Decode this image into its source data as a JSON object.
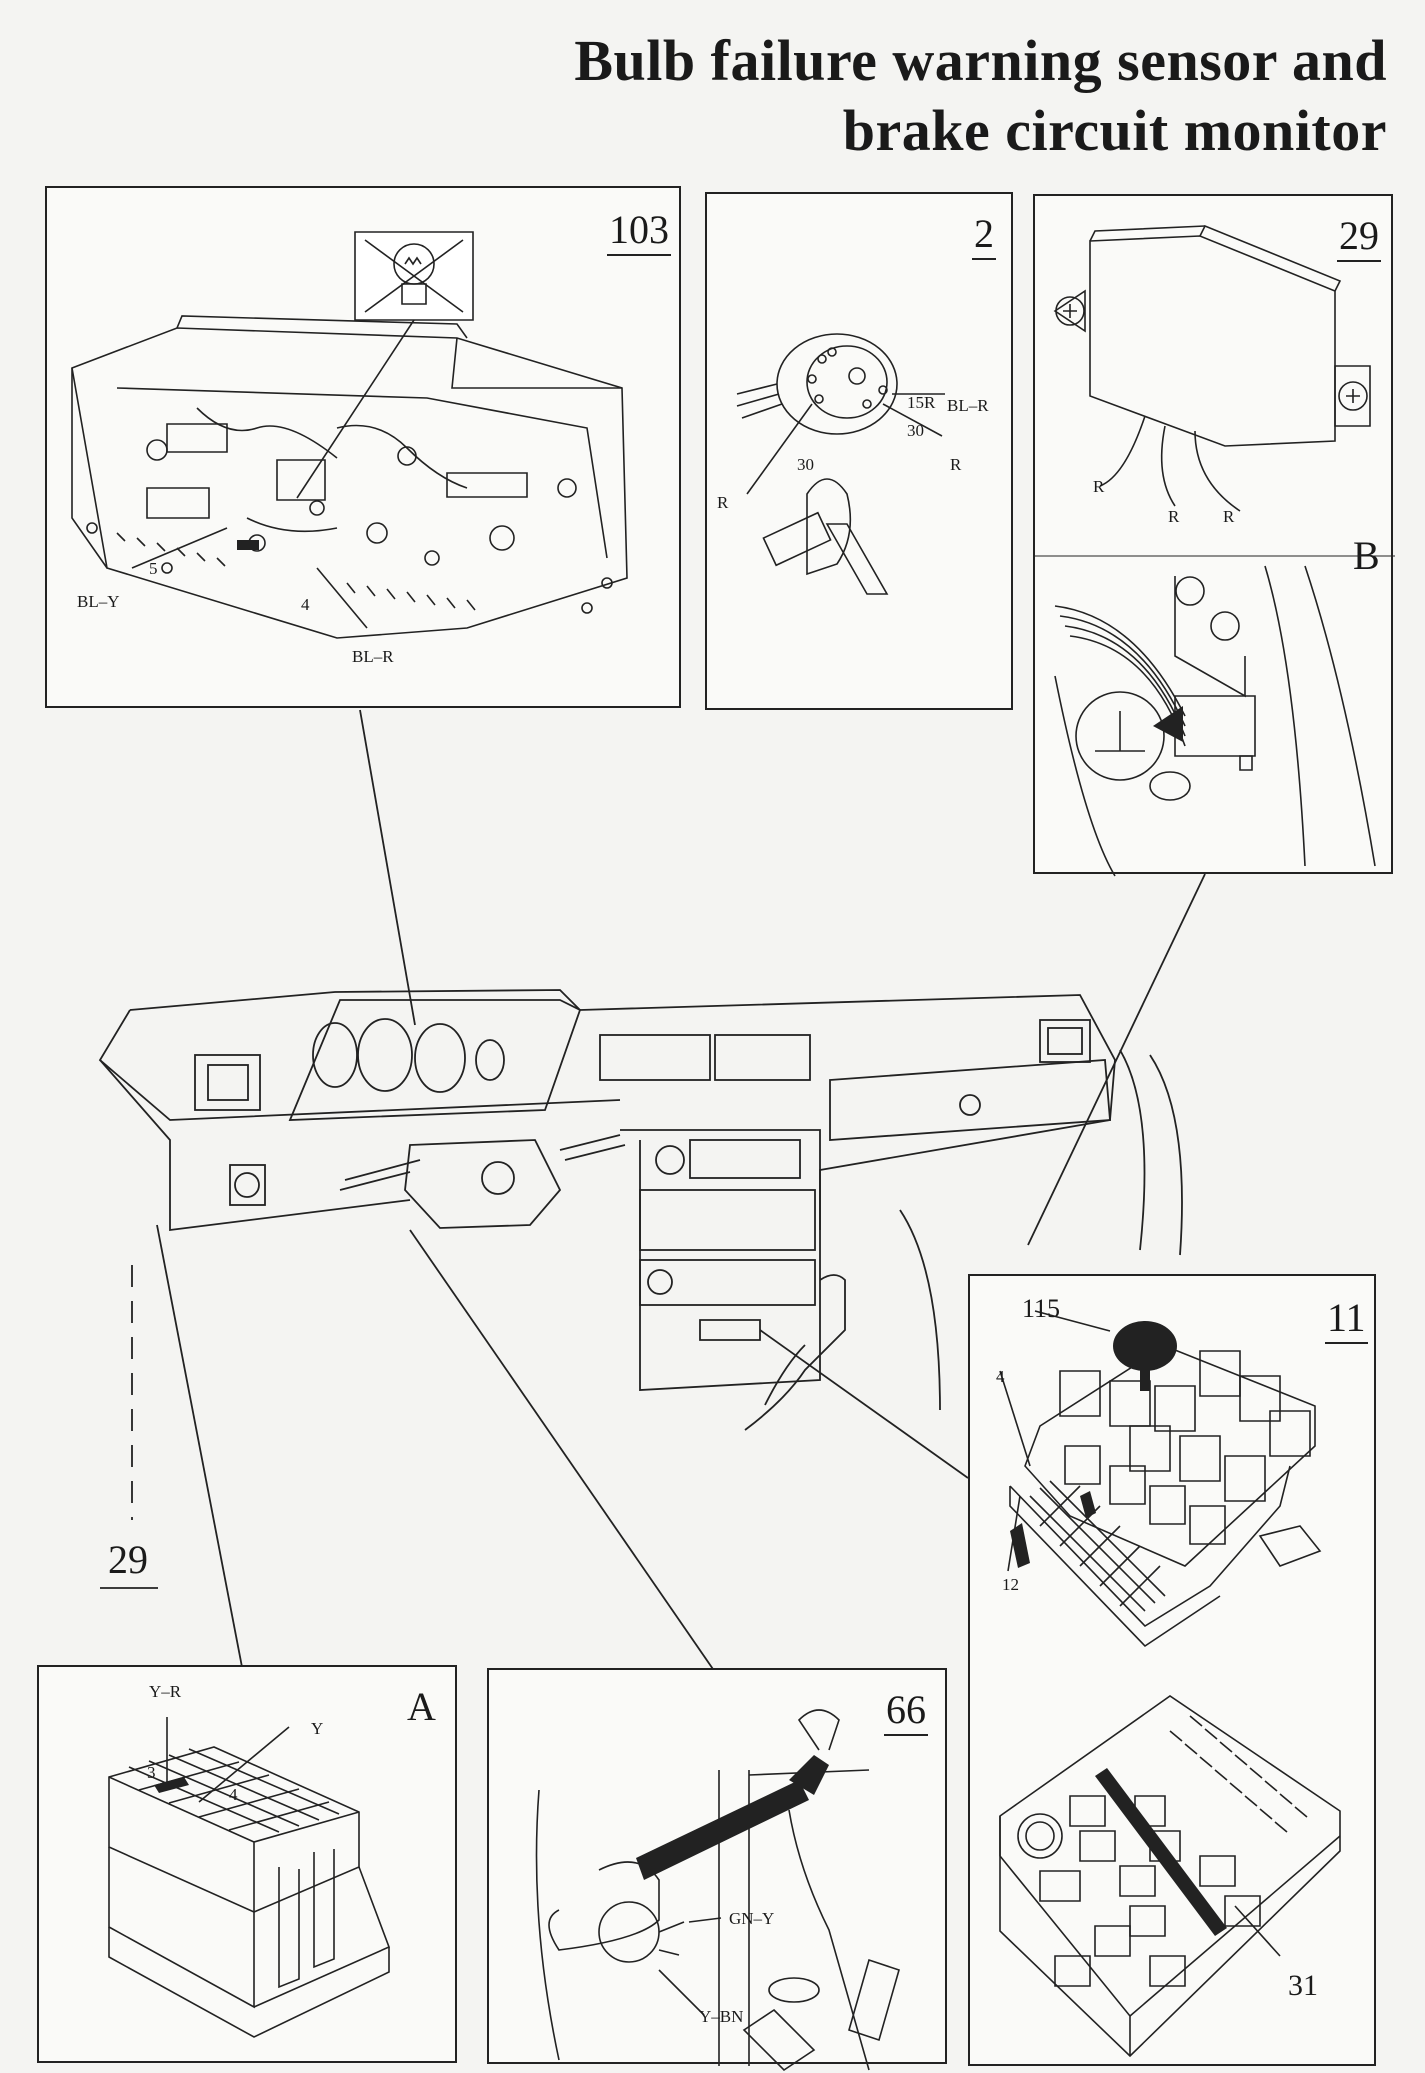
{
  "title": {
    "line1": "Bulb failure warning sensor and",
    "line2": "brake circuit monitor"
  },
  "panels": {
    "p103": {
      "number": "103",
      "labels": {
        "bl_y": "BL–Y",
        "n5": "5",
        "n4": "4",
        "bl_r": "BL–R"
      }
    },
    "p2": {
      "number": "2",
      "labels": {
        "t15r": "15R",
        "bl_r": "BL–R",
        "t30a": "30",
        "r_right": "R",
        "t30b": "30",
        "r_left": "R"
      }
    },
    "p29b": {
      "number": "29",
      "letter": "B",
      "labels": {
        "r1": "R",
        "r2": "R",
        "r3": "R"
      }
    },
    "p11": {
      "number": "11",
      "labels": {
        "n115": "115",
        "n4": "4",
        "n12": "12",
        "n31": "31"
      }
    },
    "pA": {
      "letter": "A",
      "labels": {
        "y_r": "Y–R",
        "y": "Y",
        "n3": "3",
        "n4": "4"
      }
    },
    "p66": {
      "number": "66",
      "labels": {
        "gn_y": "GN–Y",
        "y_bn": "Y–BN"
      }
    }
  },
  "callouts": {
    "free29": "29"
  },
  "icons": [
    "bulb-failure-symbol-icon",
    "ground-symbol-icon"
  ]
}
